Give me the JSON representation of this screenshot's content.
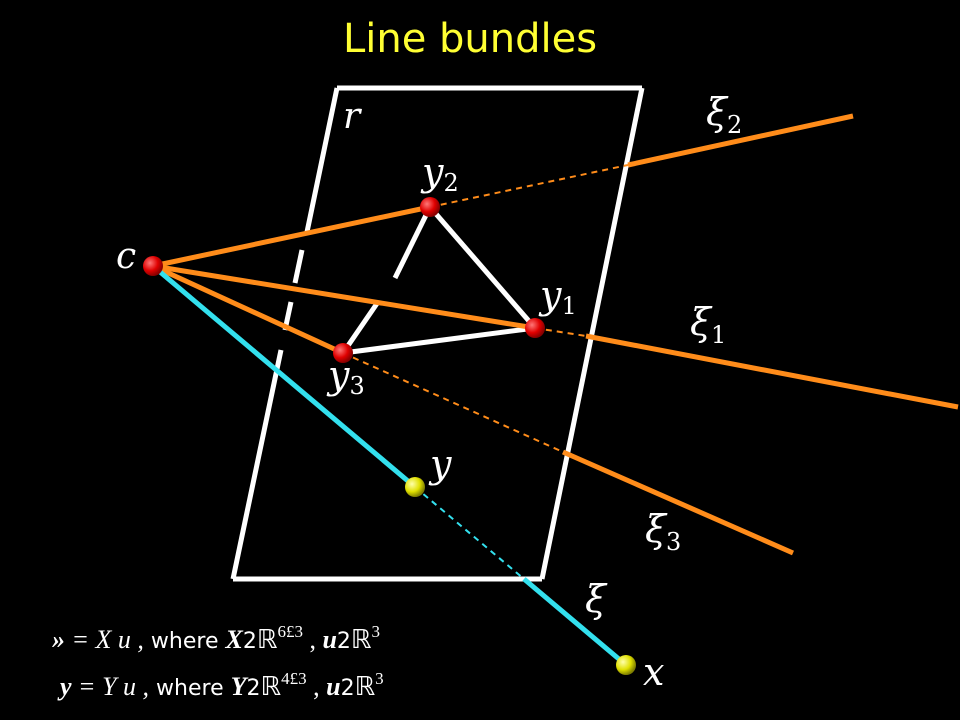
{
  "title": "Line bundles",
  "labels": {
    "r": "r",
    "c": "c",
    "y1": "y",
    "y1_sub": "1",
    "y2": "y",
    "y2_sub": "2",
    "y3": "y",
    "y3_sub": "3",
    "y": "y",
    "x": "x",
    "xi": "ξ",
    "xi1": "ξ",
    "xi1_sub": "1",
    "xi2": "ξ",
    "xi2_sub": "2",
    "xi3": "ξ",
    "xi3_sub": "3"
  },
  "equations": {
    "line1": {
      "lhs": "»",
      "eq_rhs": " = X u ,",
      "where": " where ",
      "mat": "X",
      "in1": "2",
      "R1": "ℝ",
      "dim1": "6£3",
      "comma": " , ",
      "vec": "u",
      "in2": "2",
      "R2": "ℝ",
      "dim2": "3"
    },
    "line2": {
      "lhs": "y",
      "eq_rhs": " = Y u ,",
      "where": " where ",
      "mat": "Y",
      "in1": "2",
      "R1": "ℝ",
      "dim1": "4£3",
      "comma": " , ",
      "vec": "u",
      "in2": "2",
      "R2": "ℝ",
      "dim2": "3"
    }
  },
  "colors": {
    "orange": "#ff8c1a",
    "cyan": "#33e0ee",
    "white": "#ffffff",
    "red_point": "#ee1111",
    "yellow_point": "#e8e820",
    "title": "#ffff33"
  }
}
